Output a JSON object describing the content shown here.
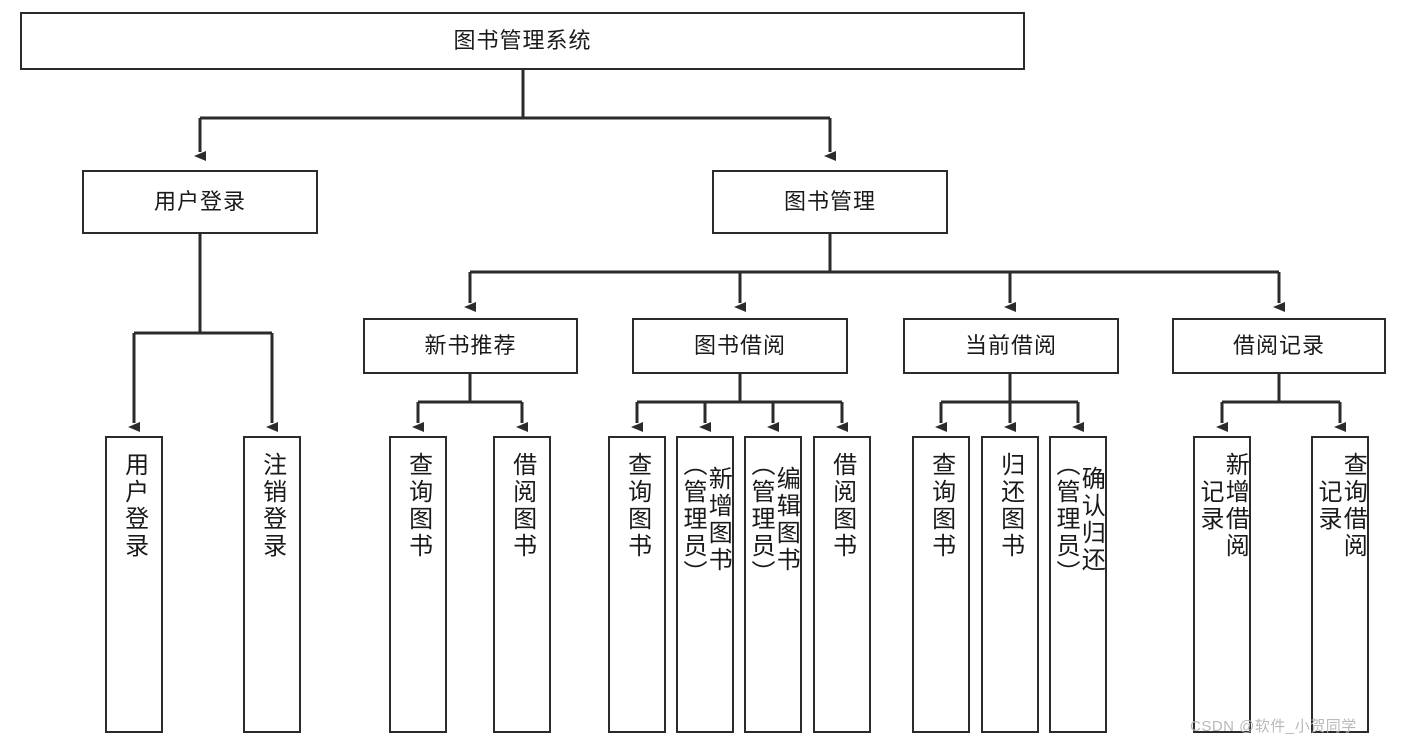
{
  "diagram": {
    "type": "tree",
    "title": "图书管理系统",
    "orientation": "top-down",
    "colors": {
      "box_border": "#2b2b2b",
      "box_fill": "#ffffff",
      "edge": "#2b2b2b",
      "background": "#ffffff",
      "watermark": "#b9b9b9"
    },
    "root": {
      "label": "图书管理系统"
    },
    "level2": [
      {
        "label": "用户登录"
      },
      {
        "label": "图书管理"
      }
    ],
    "level3": [
      {
        "label": "新书推荐"
      },
      {
        "label": "图书借阅"
      },
      {
        "label": "当前借阅"
      },
      {
        "label": "借阅记录"
      }
    ],
    "leaves": {
      "user_login": [
        {
          "label": "用户登录"
        },
        {
          "label": "注销登录"
        }
      ],
      "new_book": [
        {
          "label": "查询图书"
        },
        {
          "label": "借阅图书"
        }
      ],
      "book_borrow": [
        {
          "label": "查询图书"
        },
        {
          "label": "新增图书\n（管理员）"
        },
        {
          "label": "编辑图书\n（管理员）"
        },
        {
          "label": "借阅图书"
        }
      ],
      "current_borrow": [
        {
          "label": "查询图书"
        },
        {
          "label": "归还图书"
        },
        {
          "label": "确认归还\n（管理员）"
        }
      ],
      "borrow_record": [
        {
          "label": "新增借阅\n记录"
        },
        {
          "label": "查询借阅\n记录"
        }
      ]
    }
  },
  "watermark": {
    "text": "CSDN @软件_小贺同学"
  }
}
